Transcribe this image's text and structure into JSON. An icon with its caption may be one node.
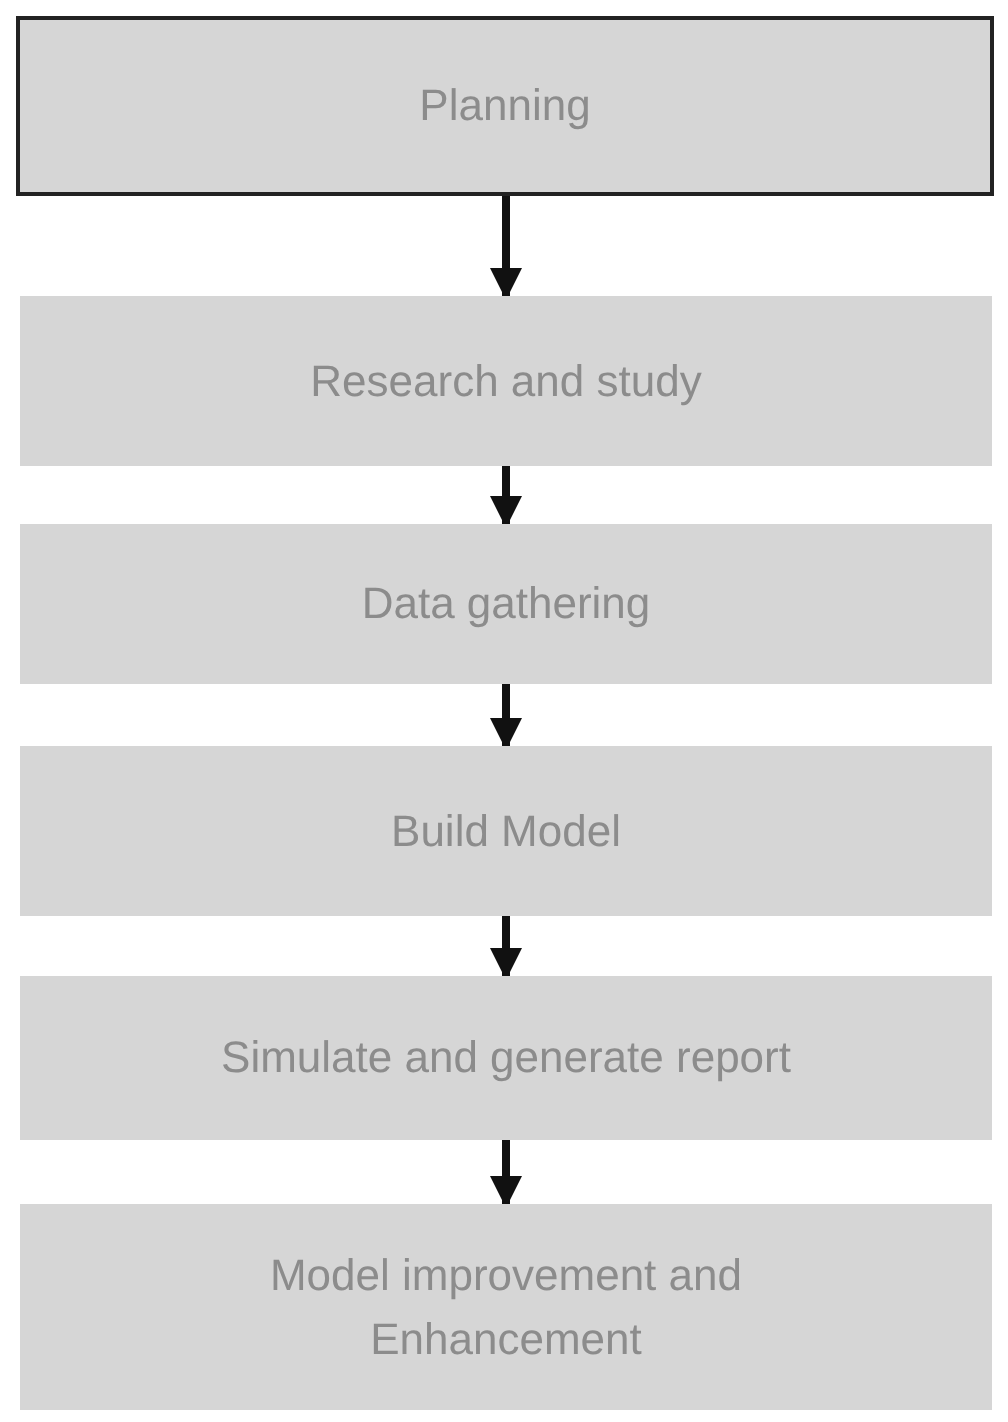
{
  "diagram": {
    "nodes": [
      {
        "text": [
          "Planning"
        ]
      },
      {
        "text": [
          "Research and study"
        ]
      },
      {
        "text": [
          "Data gathering"
        ]
      },
      {
        "text": [
          "Build Model"
        ]
      },
      {
        "text": [
          "Simulate and generate report"
        ]
      },
      {
        "text": [
          "Model improvement and Enhancement"
        ]
      }
    ],
    "edges": [
      {
        "from": 0,
        "to": 1,
        "arrow": "to"
      },
      {
        "from": 1,
        "to": 2,
        "arrow": "to"
      },
      {
        "from": 2,
        "to": 3,
        "arrow": "to"
      },
      {
        "from": 3,
        "to": 4,
        "arrow": "to"
      },
      {
        "from": 4,
        "to": 5,
        "arrow": "to"
      }
    ]
  }
}
